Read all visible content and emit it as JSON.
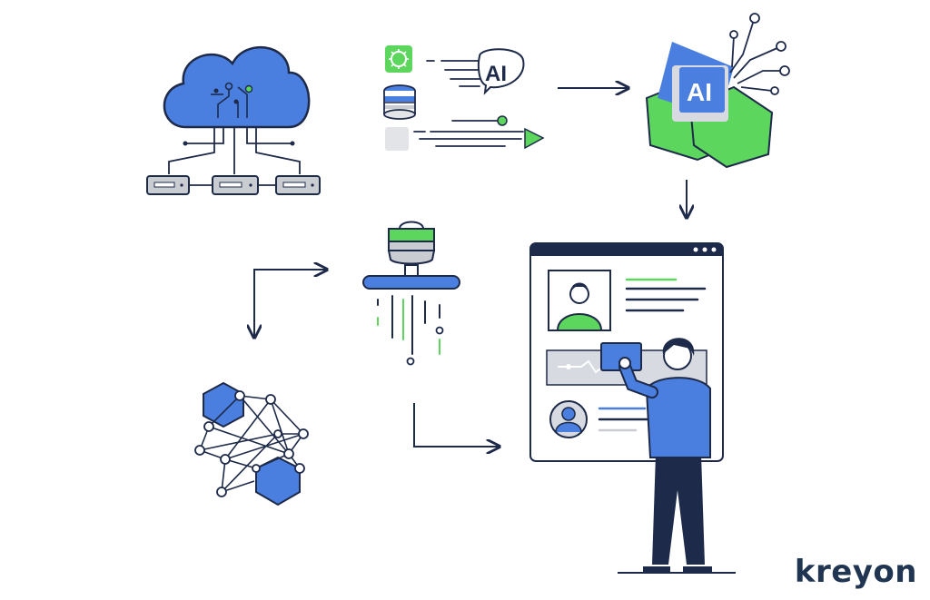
{
  "labels": {
    "ai_bubble": "AI",
    "ai_badge": "AI"
  },
  "brand": {
    "name": "kreyon"
  },
  "colors": {
    "blue": "#4a7fe0",
    "green": "#5cd65c",
    "navy": "#1e2a4a",
    "gray": "#c9ccd1",
    "light_gray": "#e2e4e8"
  },
  "icons": [
    "cloud-icon",
    "server-icon",
    "bug-icon",
    "database-icon",
    "ai-cube-icon",
    "network-graph-icon",
    "satellite-dish-icon",
    "person-avatar-icon",
    "tablet-icon"
  ]
}
